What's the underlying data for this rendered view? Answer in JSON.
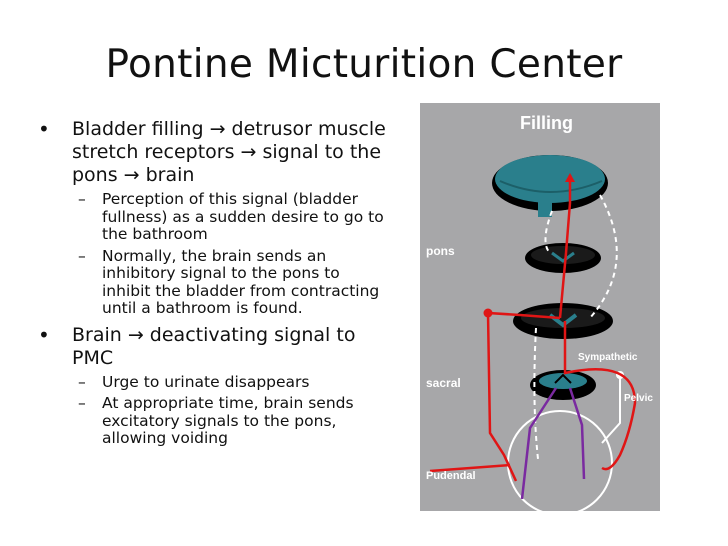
{
  "slide": {
    "title": "Pontine Micturition Center",
    "bullets": [
      {
        "text": "Bladder filling → detrusor muscle stretch receptors → signal to the pons → brain",
        "sub": [
          "Perception of this signal (bladder fullness) as a sudden desire to go to the bathroom",
          "Normally, the brain sends an inhibitory signal to the pons to inhibit the bladder from contracting until a bathroom is found."
        ]
      },
      {
        "text": "Brain → deactivating signal to PMC",
        "sub": [
          "Urge to urinate disappears",
          "At appropriate time, brain sends excitatory signals to the pons, allowing voiding"
        ]
      }
    ]
  },
  "figure": {
    "title": "Filling",
    "labels": {
      "pons": "pons",
      "sympathetic": "Sympathetic",
      "sacral": "sacral",
      "pelvic": "Pelvic",
      "pudendal": "Pudendal"
    },
    "colors": {
      "background": "#a7a7a9",
      "section": "#2a7f8c",
      "pathway_red": "#e01515",
      "pathway_purple": "#7a2aa0"
    }
  }
}
